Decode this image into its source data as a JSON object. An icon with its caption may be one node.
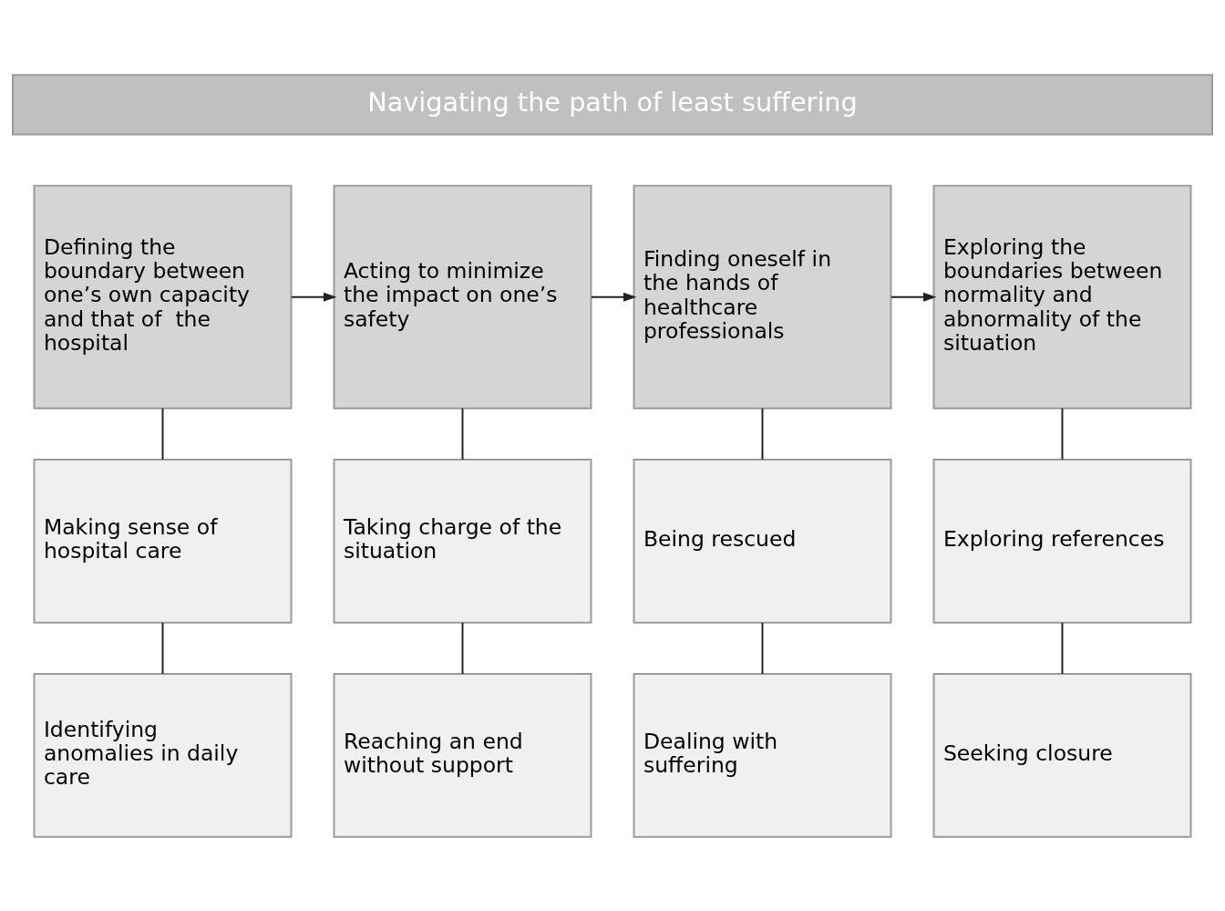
{
  "diagram": {
    "nodes": [
      {
        "text": [
          "Navigating the path of least suffering"
        ]
      },
      {
        "text": [
          "Defining the boundary between one’s own capacity and that of  the hospital"
        ]
      },
      {
        "text": [
          "Acting to minimize the impact on one’s safety"
        ]
      },
      {
        "text": [
          "Finding oneself in the hands of healthcare professionals"
        ]
      },
      {
        "text": [
          "Exploring the boundaries between normality and abnormality of the situation"
        ]
      },
      {
        "text": [
          "Making sense of hospital care"
        ]
      },
      {
        "text": [
          "Taking charge of the situation"
        ]
      },
      {
        "text": [
          "Being rescued"
        ]
      },
      {
        "text": [
          "Exploring references"
        ]
      },
      {
        "text": [
          "Identifying anomalies in daily care"
        ]
      },
      {
        "text": [
          "Reaching an end without support"
        ]
      },
      {
        "text": [
          "Dealing with suffering"
        ]
      },
      {
        "text": [
          "Seeking closure"
        ]
      }
    ],
    "edges": [
      {
        "from": 1,
        "to": 2,
        "arrow": "to"
      },
      {
        "from": 2,
        "to": 3,
        "arrow": "to"
      },
      {
        "from": 3,
        "to": 4,
        "arrow": "to"
      },
      {
        "from": 1,
        "to": 5,
        "arrow": "none"
      },
      {
        "from": 5,
        "to": 9,
        "arrow": "none"
      },
      {
        "from": 2,
        "to": 6,
        "arrow": "none"
      },
      {
        "from": 6,
        "to": 10,
        "arrow": "none"
      },
      {
        "from": 3,
        "to": 7,
        "arrow": "none"
      },
      {
        "from": 7,
        "to": 11,
        "arrow": "none"
      },
      {
        "from": 4,
        "to": 8,
        "arrow": "none"
      },
      {
        "from": 8,
        "to": 12,
        "arrow": "none"
      }
    ]
  }
}
